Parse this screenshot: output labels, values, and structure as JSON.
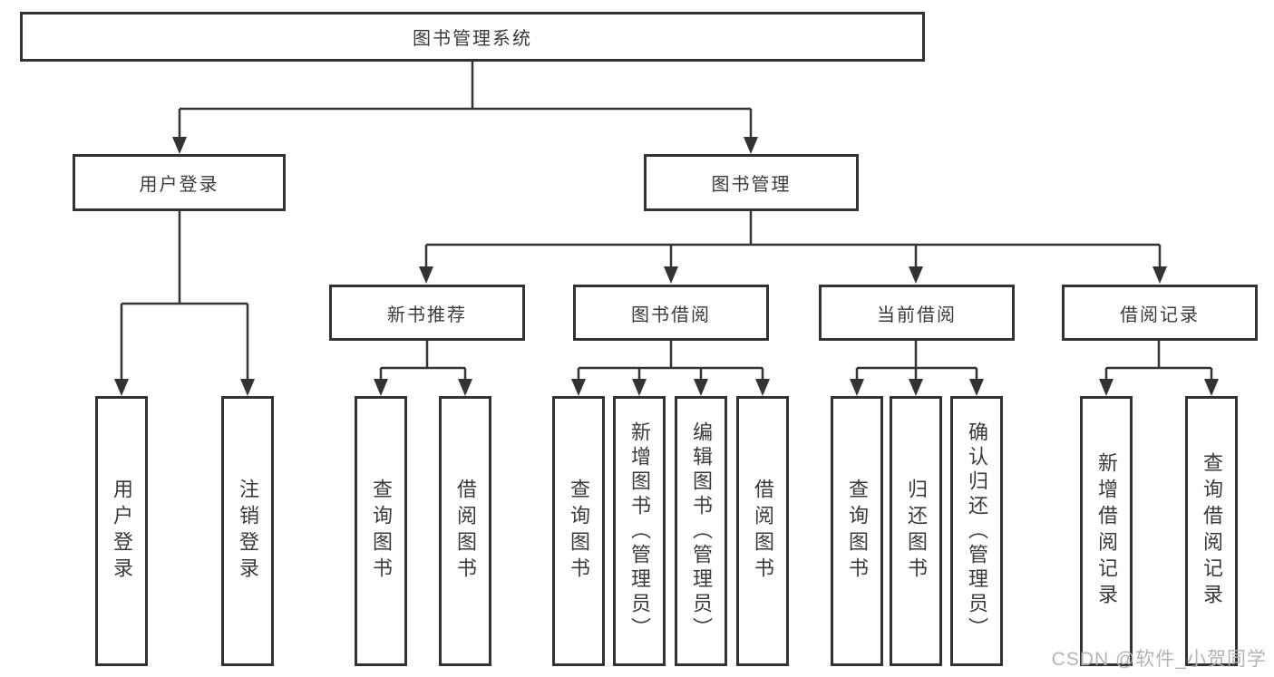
{
  "diagram": {
    "root": {
      "label": "图书管理系统"
    },
    "level2": [
      {
        "label": "用户登录"
      },
      {
        "label": "图书管理"
      }
    ],
    "level3": [
      {
        "label": "新书推荐"
      },
      {
        "label": "图书借阅"
      },
      {
        "label": "当前借阅"
      },
      {
        "label": "借阅记录"
      }
    ],
    "leaves": [
      {
        "label": "用户登录",
        "parent": "用户登录"
      },
      {
        "label": "注销登录",
        "parent": "用户登录"
      },
      {
        "label": "查询图书",
        "parent": "新书推荐"
      },
      {
        "label": "借阅图书",
        "parent": "新书推荐"
      },
      {
        "label": "查询图书",
        "parent": "图书借阅"
      },
      {
        "label": "新增图书（管理员）",
        "parent": "图书借阅"
      },
      {
        "label": "编辑图书（管理员）",
        "parent": "图书借阅"
      },
      {
        "label": "借阅图书",
        "parent": "图书借阅"
      },
      {
        "label": "查询图书",
        "parent": "当前借阅"
      },
      {
        "label": "归还图书",
        "parent": "当前借阅"
      },
      {
        "label": "确认归还（管理员）",
        "parent": "当前借阅"
      },
      {
        "label": "新增借阅记录",
        "parent": "借阅记录"
      },
      {
        "label": "查询借阅记录",
        "parent": "借阅记录"
      }
    ]
  },
  "watermark": "CSDN @软件_小贺同学",
  "colors": {
    "line": "#333333",
    "text": "#3a3a3a",
    "watermark": "#b4b4b4",
    "background": "#ffffff"
  }
}
